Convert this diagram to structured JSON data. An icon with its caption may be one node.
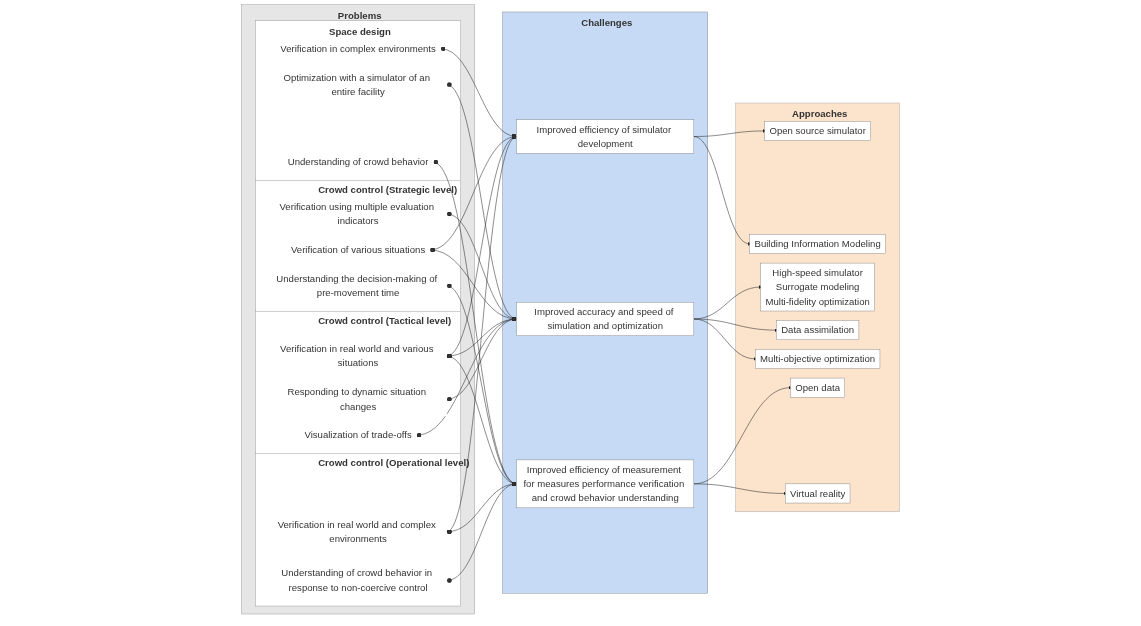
{
  "diagram": {
    "nodes": [
      {
        "text": [
          "Problems"
        ]
      },
      {
        "text": [
          "Space design"
        ],
        "in": 0
      },
      {
        "text": [
          "Verification in complex environments"
        ],
        "in": 1
      },
      {
        "text": [
          "Optimization with a simulator of an entire facility"
        ],
        "in": 1
      },
      {
        "text": [
          "Understanding of crowd behavior"
        ],
        "in": 1
      },
      {
        "text": [
          "Crowd control (Strategic level)"
        ],
        "in": 0
      },
      {
        "text": [
          "Verification using multiple evaluation indicators"
        ],
        "in": 5
      },
      {
        "text": [
          "Verification of various situations"
        ],
        "in": 5
      },
      {
        "text": [
          "Understanding the decision-making of pre-movement time"
        ],
        "in": 5
      },
      {
        "text": [
          "Crowd control (Tactical level)"
        ],
        "in": 0
      },
      {
        "text": [
          "Verification in real world and various situations"
        ],
        "in": 9
      },
      {
        "text": [
          "Responding to dynamic situation changes"
        ],
        "in": 9
      },
      {
        "text": [
          "Visualization of trade-offs"
        ],
        "in": 9
      },
      {
        "text": [
          "Crowd control (Operational level)"
        ],
        "in": 0
      },
      {
        "text": [
          "Verification in real world and complex environments"
        ],
        "in": 13
      },
      {
        "text": [
          "Understanding of crowd behavior in response to non-coercive control"
        ],
        "in": 13
      },
      {
        "text": [
          "Challenges"
        ]
      },
      {
        "text": [
          "Improved efficiency of simulator development"
        ],
        "in": 16
      },
      {
        "text": [
          "Improved accuracy and speed of simulation and optimization"
        ],
        "in": 16
      },
      {
        "text": [
          "Improved efficiency of measurement for measures performance verification and crowd behavior understanding"
        ],
        "in": 16
      },
      {
        "text": [
          "Approaches"
        ]
      },
      {
        "text": [
          "Open source simulator"
        ],
        "in": 20
      },
      {
        "text": [
          "Building Information Modeling"
        ],
        "in": 20
      },
      {
        "text": [
          "High-speed simulator",
          "Surrogate modeling",
          "Multi-fidelity optimization"
        ],
        "in": 20
      },
      {
        "text": [
          "Data assimilation"
        ],
        "in": 20
      },
      {
        "text": [
          "Multi-objective optimization"
        ],
        "in": 20
      },
      {
        "text": [
          "Open data"
        ],
        "in": 20
      },
      {
        "text": [
          "Virtual reality"
        ],
        "in": 20
      }
    ],
    "edges": [
      {
        "from": 2,
        "to": 17,
        "arrow": "other"
      },
      {
        "from": 3,
        "to": 18,
        "arrow": "other"
      },
      {
        "from": 4,
        "to": 19,
        "arrow": "other"
      },
      {
        "from": 6,
        "to": 18,
        "arrow": "other"
      },
      {
        "from": 7,
        "to": 17,
        "arrow": "other"
      },
      {
        "from": 7,
        "to": 18,
        "arrow": "other"
      },
      {
        "from": 8,
        "to": 19,
        "arrow": "other"
      },
      {
        "from": 10,
        "to": 17,
        "arrow": "other"
      },
      {
        "from": 10,
        "to": 18,
        "arrow": "other"
      },
      {
        "from": 10,
        "to": 19,
        "arrow": "other"
      },
      {
        "from": 11,
        "to": 18,
        "arrow": "other"
      },
      {
        "from": 12,
        "to": 18,
        "arrow": "other"
      },
      {
        "from": 14,
        "to": 17,
        "arrow": "other"
      },
      {
        "from": 14,
        "to": 19,
        "arrow": "other"
      },
      {
        "from": 15,
        "to": 19,
        "arrow": "other"
      },
      {
        "from": 17,
        "to": 21,
        "arrow": "to"
      },
      {
        "from": 17,
        "to": 22,
        "arrow": "to"
      },
      {
        "from": 18,
        "to": 23,
        "arrow": "to"
      },
      {
        "from": 18,
        "to": 24,
        "arrow": "to"
      },
      {
        "from": 18,
        "to": 25,
        "arrow": "to"
      },
      {
        "from": 19,
        "to": 26,
        "arrow": "to"
      },
      {
        "from": 19,
        "to": 27,
        "arrow": "to"
      }
    ]
  }
}
